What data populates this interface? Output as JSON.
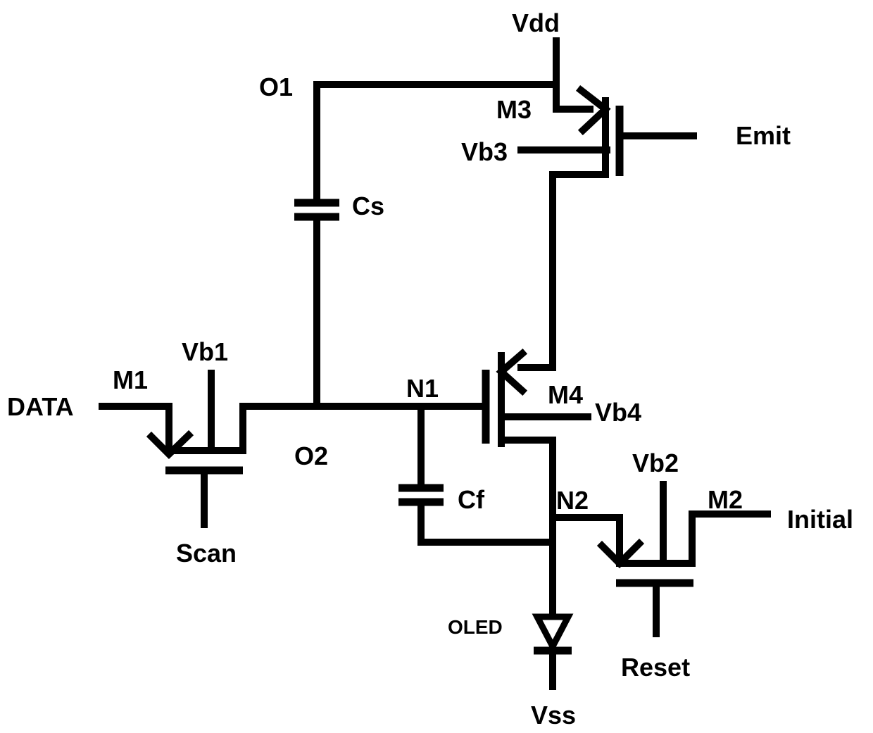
{
  "labels": {
    "vdd": "Vdd",
    "vss": "Vss",
    "o1": "O1",
    "o2": "O2",
    "n1": "N1",
    "n2": "N2",
    "m1": "M1",
    "m2": "M2",
    "m3": "M3",
    "m4": "M4",
    "vb1": "Vb1",
    "vb2": "Vb2",
    "vb3": "Vb3",
    "vb4": "Vb4",
    "cs": "Cs",
    "cf": "Cf",
    "data": "DATA",
    "scan": "Scan",
    "emit": "Emit",
    "initial": "Initial",
    "reset": "Reset",
    "oled": "OLED"
  }
}
